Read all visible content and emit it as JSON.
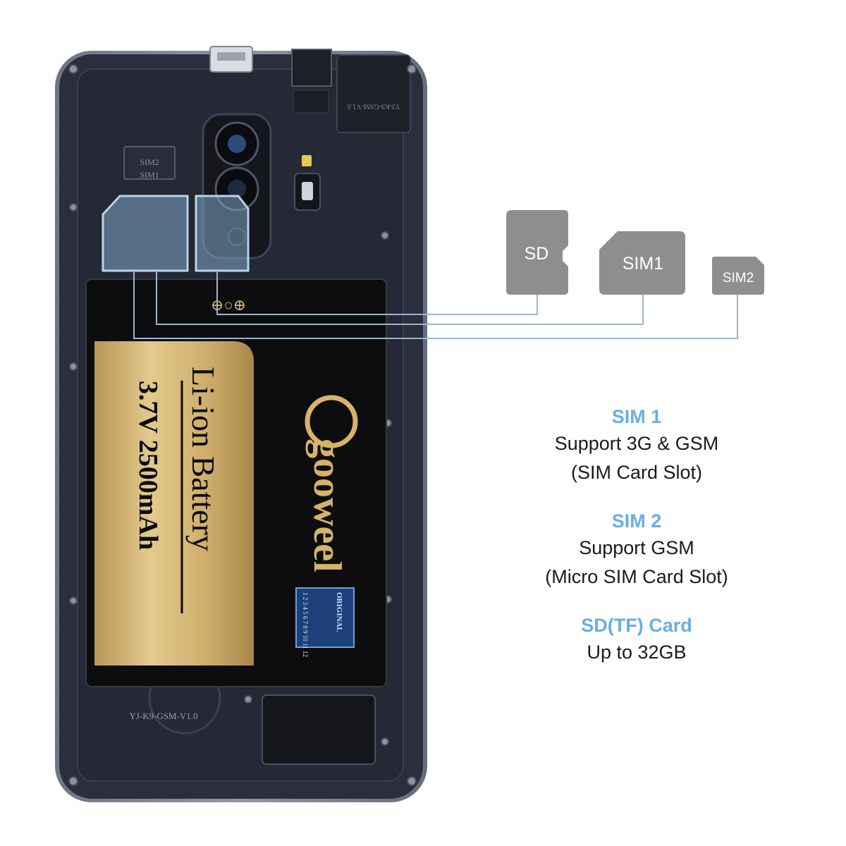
{
  "cards": {
    "sd_label": "SD",
    "sim1_label": "SIM1",
    "sim2_label": "SIM2"
  },
  "battery": {
    "type_text": "Li-ion Battery",
    "spec_text": "3.7V 2500mAh",
    "brand": "gooweel",
    "polarity": "⊖○⊕",
    "hologram_text": "ORIGINAL",
    "hologram_numbers": "1 2 3 4 5 6 7 8 9 10 11 12"
  },
  "phone": {
    "slot_label_top": "SIM2",
    "slot_label_bottom": "SIM1",
    "pcb_text_top": "YJ-K9-GSM-V1.0",
    "pcb_text_bottom": "YJ-K9-GSM-V1.0"
  },
  "specs": [
    {
      "title": "SIM 1",
      "lines": [
        "Support 3G & GSM",
        "(SIM Card Slot)"
      ]
    },
    {
      "title": "SIM 2",
      "lines": [
        "Support GSM",
        "(Micro SIM Card Slot)"
      ]
    },
    {
      "title": "SD(TF) Card",
      "lines": [
        "Up to 32GB"
      ]
    }
  ],
  "colors": {
    "phone_body": "#2b2f3d",
    "battery_black": "#0d0d0f",
    "battery_gold": "#d3b472",
    "card_gray": "#8e8e8e",
    "callout_line": "#9bb6c9",
    "spec_title": "#6aaee6"
  }
}
